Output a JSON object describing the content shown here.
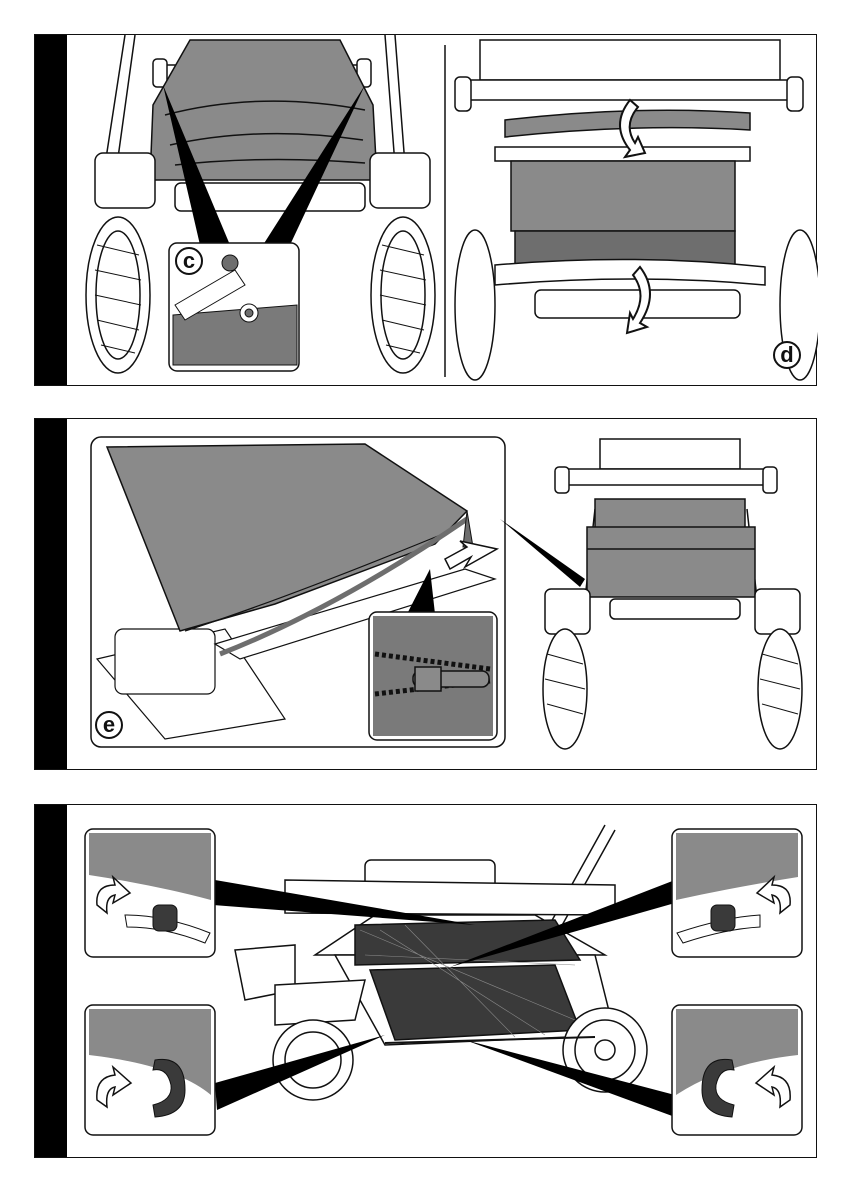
{
  "panels": [
    {
      "steps": [
        {
          "label": "c"
        },
        {
          "label": "d"
        }
      ]
    },
    {
      "steps": [
        {
          "label": "e"
        }
      ]
    },
    {
      "steps": []
    }
  ],
  "colors": {
    "fabric": "#8a8a8a",
    "fabric_dark": "#6e6e6e",
    "outline": "#111111",
    "tab_bar": "#000000"
  },
  "icons": [
    "stroller-illustration",
    "rotate-arrow-icon",
    "slide-arrow-icon",
    "zipper-detail",
    "velcro-strap-detail"
  ]
}
